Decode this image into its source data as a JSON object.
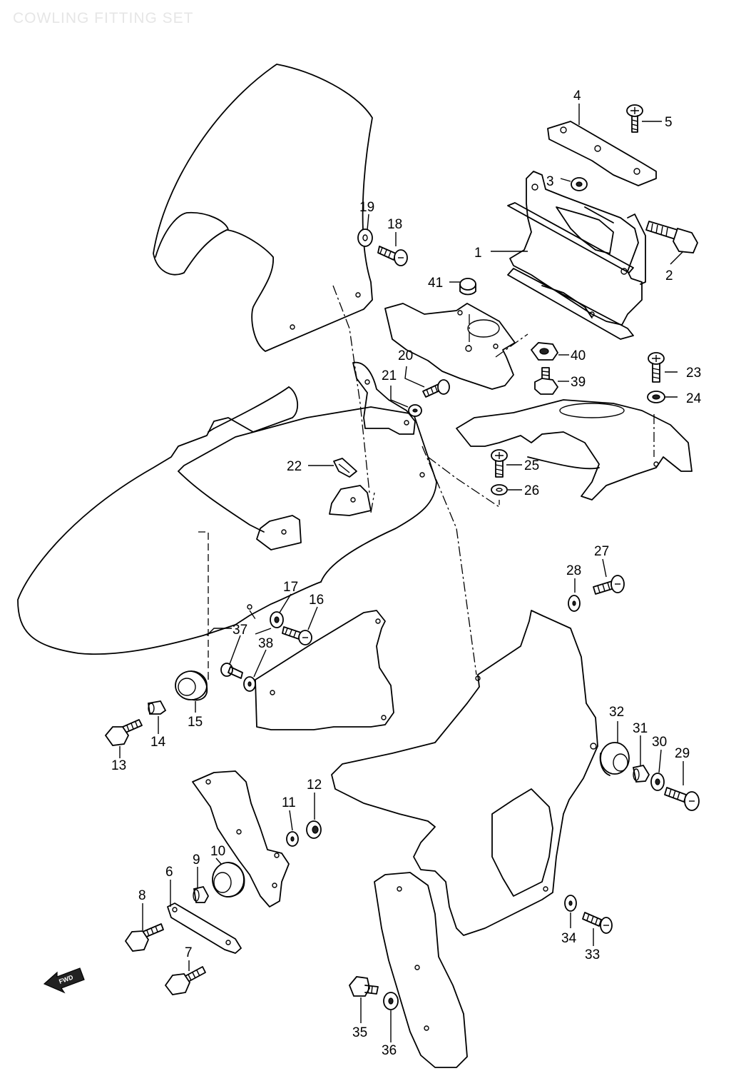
{
  "title": "COWLING FITTING SET",
  "badge": "FWD",
  "parts": [
    {
      "id": "1",
      "label": "1"
    },
    {
      "id": "2",
      "label": "2"
    },
    {
      "id": "3",
      "label": "3"
    },
    {
      "id": "4",
      "label": "4"
    },
    {
      "id": "5",
      "label": "5"
    },
    {
      "id": "6",
      "label": "6"
    },
    {
      "id": "7",
      "label": "7"
    },
    {
      "id": "8",
      "label": "8"
    },
    {
      "id": "9",
      "label": "9"
    },
    {
      "id": "10",
      "label": "10"
    },
    {
      "id": "11",
      "label": "11"
    },
    {
      "id": "12",
      "label": "12"
    },
    {
      "id": "13",
      "label": "13"
    },
    {
      "id": "14",
      "label": "14"
    },
    {
      "id": "15",
      "label": "15"
    },
    {
      "id": "16",
      "label": "16"
    },
    {
      "id": "17",
      "label": "17"
    },
    {
      "id": "18",
      "label": "18"
    },
    {
      "id": "19",
      "label": "19"
    },
    {
      "id": "20",
      "label": "20"
    },
    {
      "id": "21",
      "label": "21"
    },
    {
      "id": "22",
      "label": "22"
    },
    {
      "id": "23",
      "label": "23"
    },
    {
      "id": "24",
      "label": "24"
    },
    {
      "id": "25",
      "label": "25"
    },
    {
      "id": "26",
      "label": "26"
    },
    {
      "id": "27",
      "label": "27"
    },
    {
      "id": "28",
      "label": "28"
    },
    {
      "id": "29",
      "label": "29"
    },
    {
      "id": "30",
      "label": "30"
    },
    {
      "id": "31",
      "label": "31"
    },
    {
      "id": "32",
      "label": "32"
    },
    {
      "id": "33",
      "label": "33"
    },
    {
      "id": "34",
      "label": "34"
    },
    {
      "id": "35",
      "label": "35"
    },
    {
      "id": "36",
      "label": "36"
    },
    {
      "id": "37",
      "label": "37"
    },
    {
      "id": "38",
      "label": "38"
    },
    {
      "id": "39",
      "label": "39"
    },
    {
      "id": "40",
      "label": "40"
    },
    {
      "id": "41",
      "label": "41"
    }
  ]
}
